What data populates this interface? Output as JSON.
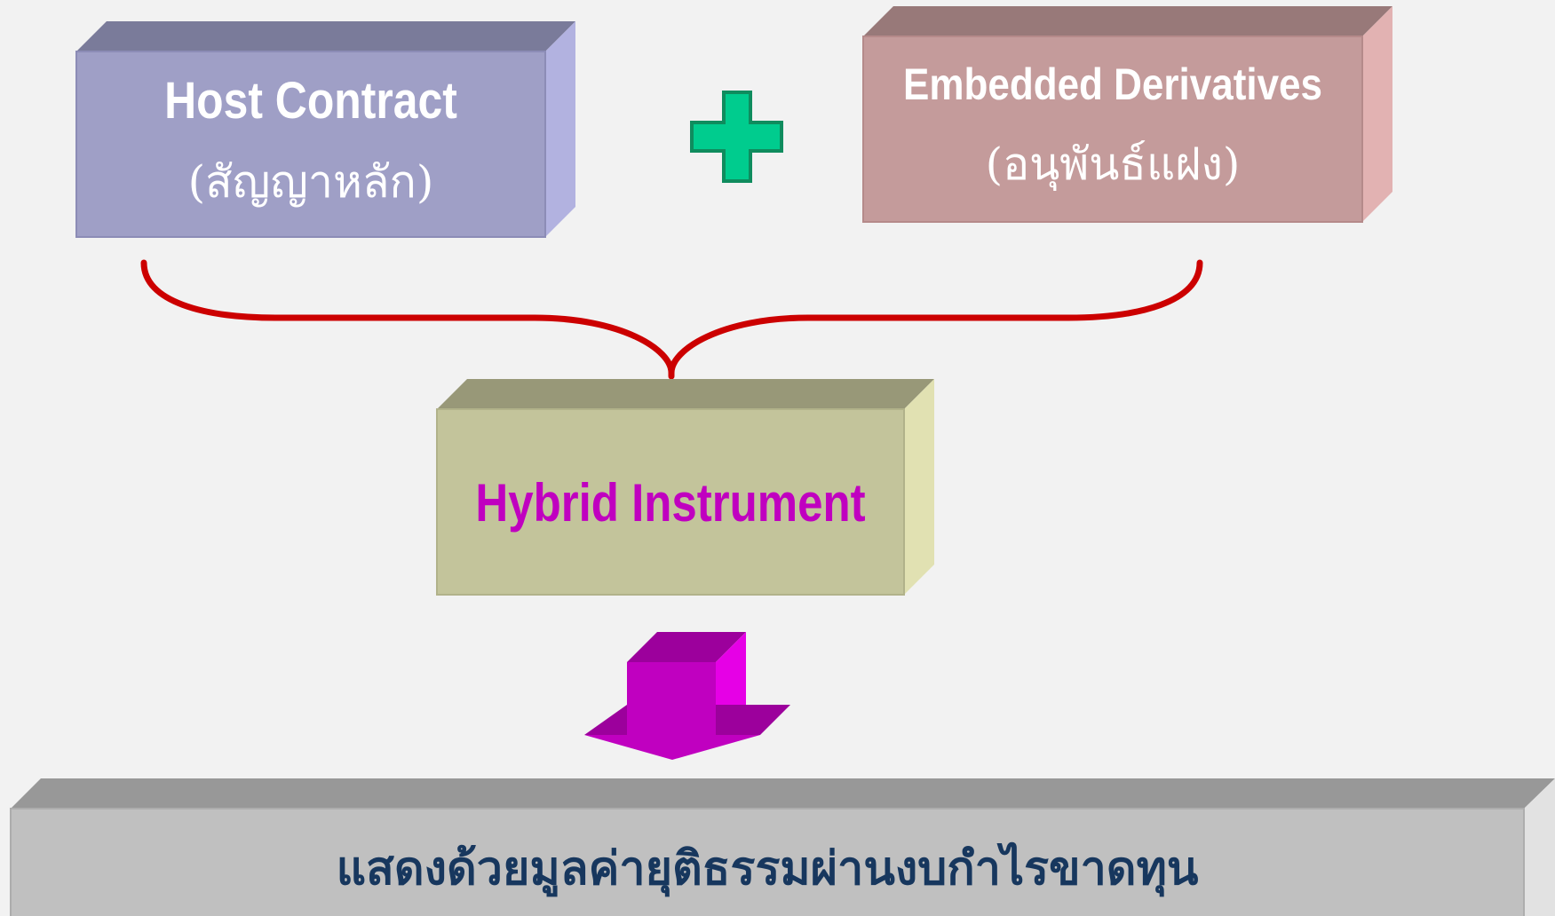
{
  "host_contract": {
    "title": "Host Contract",
    "subtitle": "(สัญญาหลัก)"
  },
  "embedded_derivatives": {
    "title": "Embedded Derivatives",
    "subtitle": "(อนุพันธ์แฝง)"
  },
  "hybrid_instrument": {
    "title": "Hybrid Instrument"
  },
  "result": {
    "text": "แสดงด้วยมูลค่ายุติธรรมผ่านงบกำไรขาดทุน"
  },
  "colors": {
    "background": "#f2f2f2",
    "host_box": "#9f9fc6",
    "embedded_box": "#c49b9b",
    "hybrid_box": "#c3c49b",
    "result_box": "#c0c0c0",
    "plus_sign": "#00cc8e",
    "brace": "#cc0000",
    "arrow": "#c000c0",
    "hybrid_text": "#c000c0",
    "result_text": "#17375e"
  },
  "icons": {
    "plus": "plus-icon",
    "brace": "curly-brace-connector",
    "arrow": "down-arrow-icon"
  }
}
